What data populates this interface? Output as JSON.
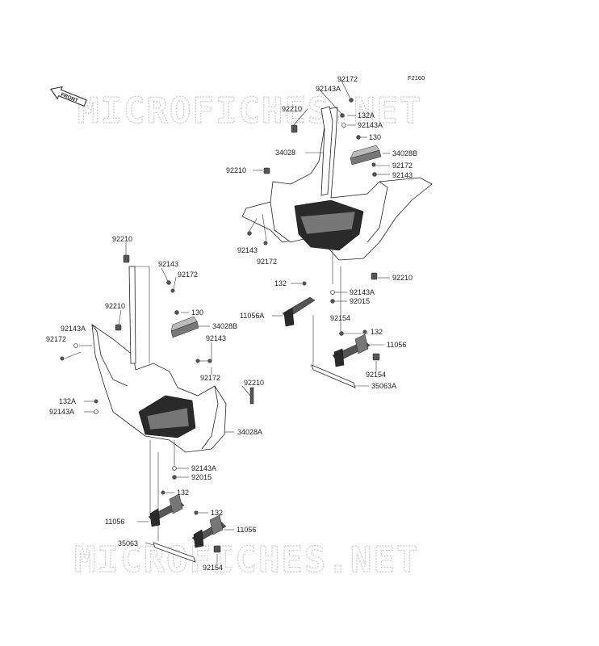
{
  "figure_code": "F2160",
  "watermark": "MICROFICHES.NET",
  "front_label": "FRONT",
  "labels": {
    "r_92172_top": "92172",
    "r_92143A_top": "92143A",
    "r_92210_top": "92210",
    "r_132A": "132A",
    "r_92143A_2": "92143A",
    "r_130": "130",
    "r_34028": "34028",
    "r_34028B": "34028B",
    "r_92210_mid": "92210",
    "r_92172_mid": "92172",
    "r_92143_mid": "92143",
    "r_92143_low": "92143",
    "r_92172_low": "92172",
    "r_92210_low": "92210",
    "r_132": "132",
    "r_92143A_low": "92143A",
    "r_92015": "92015",
    "r_11056A": "11056A",
    "r_92154_a": "92154",
    "r_132_b": "132",
    "r_11056": "11056",
    "r_92154_b": "92154",
    "r_35063A": "35063A",
    "l_92210_top": "92210",
    "l_92143": "92143",
    "l_92172": "92172",
    "l_92210_2": "92210",
    "l_130": "130",
    "l_34028B": "34028B",
    "l_92143A_side": "92143A",
    "l_92172_side": "92172",
    "l_92143_mid": "92143",
    "l_92172_mid": "92172",
    "l_92210_mid": "92210",
    "l_132A": "132A",
    "l_92143A": "92143A",
    "l_34028A": "34028A",
    "l_92143A_low": "92143A",
    "l_92015": "92015",
    "l_132": "132",
    "l_11056": "11056",
    "l_132_b": "132",
    "l_11056_b": "11056",
    "l_35063": "35063",
    "l_92154": "92154"
  },
  "colors": {
    "line": "#333333",
    "watermark": "#c8c8c8",
    "dark_part": "#2a2a2a"
  }
}
